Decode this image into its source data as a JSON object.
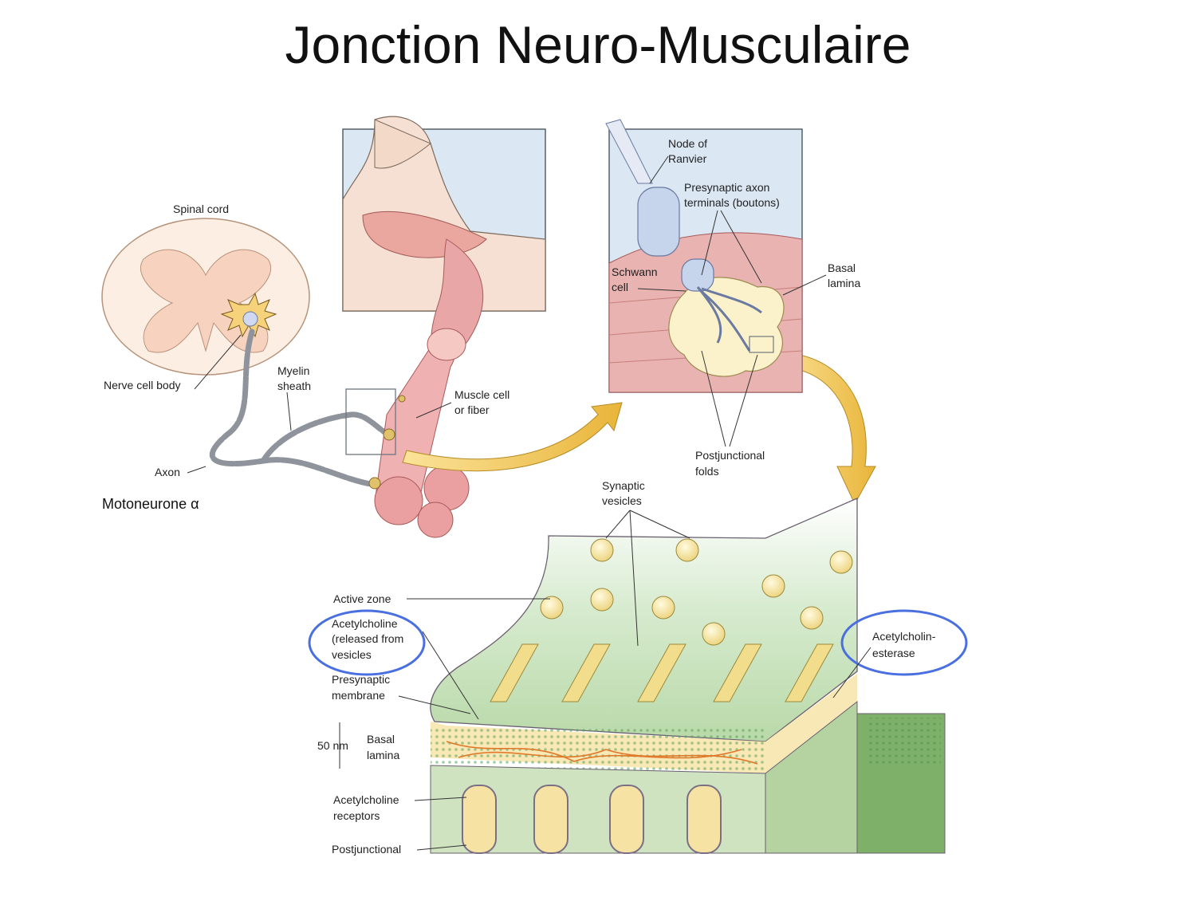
{
  "title": "Jonction Neuro-Musculaire",
  "labels": {
    "spinal_cord": "Spinal cord",
    "nerve_cell_body": "Nerve cell body",
    "myelin_sheath_1": "Myelin",
    "myelin_sheath_2": "sheath",
    "axon": "Axon",
    "motoneurone": "Motoneurone α",
    "muscle_cell_1": "Muscle cell",
    "muscle_cell_2": "or fiber",
    "node_ranvier_1": "Node of",
    "node_ranvier_2": "Ranvier",
    "presynaptic_terminals_1": "Presynaptic axon",
    "presynaptic_terminals_2": "terminals (boutons)",
    "schwann_1": "Schwann",
    "schwann_2": "cell",
    "basal_lamina_top_1": "Basal",
    "basal_lamina_top_2": "lamina",
    "postjunctional_folds_1": "Postjunctional",
    "postjunctional_folds_2": "folds",
    "synaptic_vesicles_1": "Synaptic",
    "synaptic_vesicles_2": "vesicles",
    "active_zone": "Active zone",
    "ach_released_1": "Acetylcholine",
    "ach_released_2": "(released from",
    "ach_released_3": "vesicles",
    "presynaptic_membrane_1": "Presynaptic",
    "presynaptic_membrane_2": "membrane",
    "fifty_nm": "50 nm",
    "basal_lamina_bottom_1": "Basal",
    "basal_lamina_bottom_2": "lamina",
    "ach_receptors_1": "Acetylcholine",
    "ach_receptors_2": "receptors",
    "postjunctional_bottom": "Postjunctional",
    "ache_1": "Acetylcholin-",
    "ache_2": "esterase"
  },
  "colors": {
    "highlight_ring": "#4a6fe0",
    "arrow": "#f1c24a",
    "muscle": "#e8a3a3",
    "vesicle": "#f6e49a",
    "panel_bg": "#dbe7f3"
  }
}
